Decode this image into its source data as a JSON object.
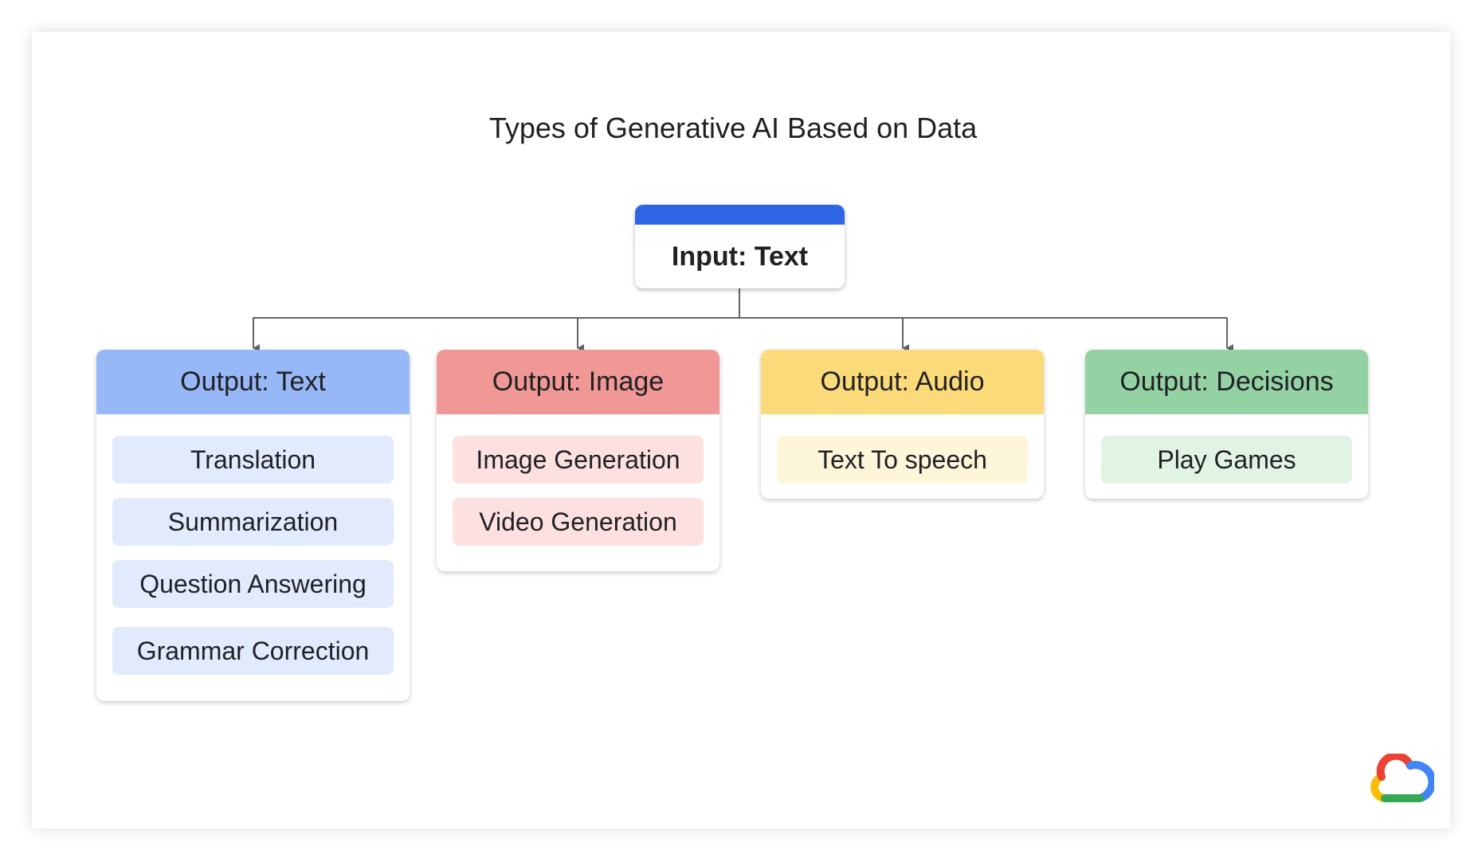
{
  "title": "Types of Generative AI Based on Data",
  "input": {
    "label": "Input: Text",
    "color": "#2f66e6"
  },
  "outputs": [
    {
      "label": "Output: Text",
      "header_color": "#97b8f6",
      "item_color": "#e1ebfd",
      "items": [
        "Translation",
        "Summarization",
        "Question Answering",
        "Grammar Correction"
      ]
    },
    {
      "label": "Output: Image",
      "header_color": "#f09895",
      "item_color": "#fce1e0",
      "items": [
        "Image Generation",
        "Video Generation"
      ]
    },
    {
      "label": "Output: Audio",
      "header_color": "#fbda7a",
      "item_color": "#fef6d9",
      "items": [
        "Text To speech"
      ]
    },
    {
      "label": "Output: Decisions",
      "header_color": "#94d2a4",
      "item_color": "#e0f3e5",
      "items": [
        "Play Games"
      ]
    }
  ],
  "logo": {
    "icon": "google-cloud-logo-icon"
  }
}
